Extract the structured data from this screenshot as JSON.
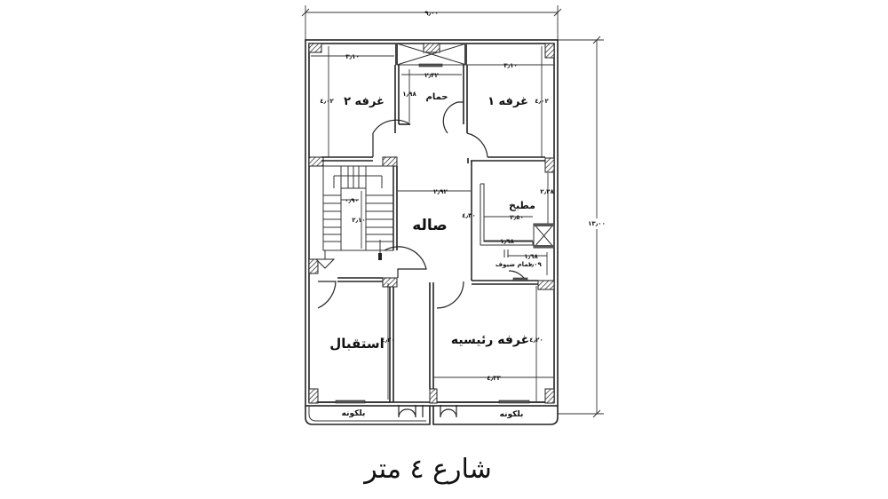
{
  "drawing": {
    "type": "architectural-floor-plan",
    "overall_width": "٩٫٠٠",
    "overall_depth": "١٣٫٠٠",
    "street_label": "شارع ٤ متر"
  },
  "rooms": {
    "bedroom2": {
      "label": "غرفه ٢",
      "width": "٣٫١٠",
      "depth": "٤٫٠٢"
    },
    "bathroom": {
      "label": "حمام",
      "width": "٢٫٣٢",
      "depth": "١٫٩٨"
    },
    "bedroom1": {
      "label": "غرفه ١",
      "width": "٣٫١٠",
      "depth": "٤٫٠٢"
    },
    "stairs": {
      "label": "",
      "gap": "٠٫٩٠",
      "run": "٢٫١٠"
    },
    "hall": {
      "label": "صاله",
      "width": "٢٫٩٢",
      "depth": "٤٫٣٠"
    },
    "kitchen": {
      "label": "مطبخ",
      "width": "٢٫٥٠",
      "depth": "٢٫٢٨",
      "counter": "١٫٦٨"
    },
    "wc": {
      "label": "حمام ضيوف",
      "width": "١٫٦٨",
      "depth": "١٫٠٩"
    },
    "reception": {
      "label": "استقبال",
      "depth": "٤٫٢٠"
    },
    "master_bedroom": {
      "label": "غرفه رئيسيه",
      "width": "٤٫٣٣",
      "depth": "٤٫٢٠"
    },
    "balcony_left": {
      "label": "بلكونه"
    },
    "balcony_right": {
      "label": "بلكونه"
    }
  }
}
